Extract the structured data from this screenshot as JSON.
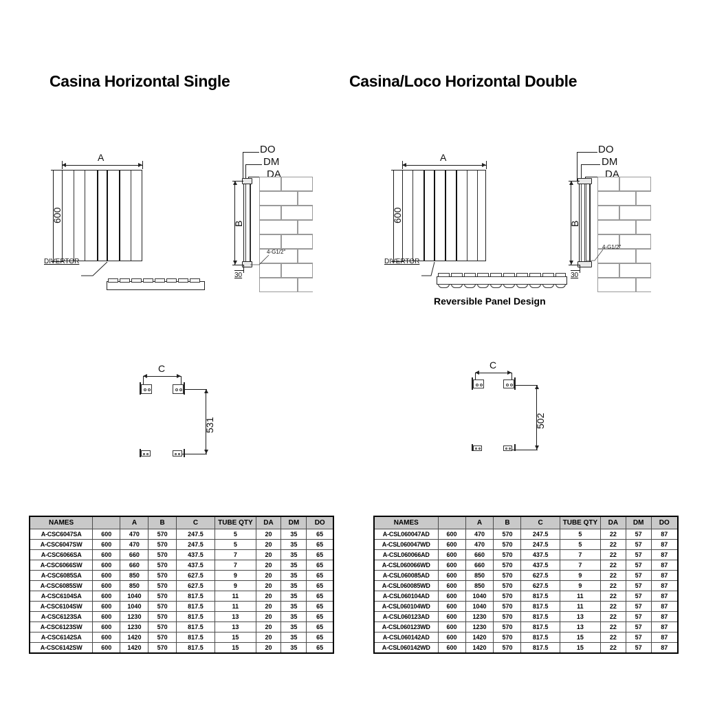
{
  "titles": {
    "single": "Casina Horizontal Single",
    "double": "Casina/Loco Horizontal Double"
  },
  "drawings": {
    "single": {
      "front": {
        "width_label": "A",
        "height_label": "600",
        "divertor_label": "DIVERTOR"
      },
      "side": {
        "do_label": "DO",
        "dm_label": "DM",
        "da_label": "DA",
        "b_label": "B",
        "bottom_offset": "30",
        "connection_label": "4-G1/2\""
      },
      "mounting": {
        "c_label": "C",
        "vertical_label": "531"
      }
    },
    "double": {
      "front": {
        "width_label": "A",
        "height_label": "600",
        "divertor_label": "DIVERTOR"
      },
      "side": {
        "do_label": "DO",
        "dm_label": "DM",
        "da_label": "DA",
        "b_label": "B",
        "bottom_offset": "30",
        "connection_label": "4-G1/2\""
      },
      "mounting": {
        "c_label": "C",
        "vertical_label": "502"
      },
      "profile_caption": "Reversible Panel Design"
    }
  },
  "tables": {
    "single": {
      "headers": [
        "NAMES",
        "",
        "A",
        "B",
        "C",
        "TUBE QTY",
        "DA",
        "DM",
        "DO"
      ],
      "rows": [
        [
          "A-CSC6047SA",
          "600",
          "470",
          "570",
          "247.5",
          "5",
          "20",
          "35",
          "65"
        ],
        [
          "A-CSC6047SW",
          "600",
          "470",
          "570",
          "247.5",
          "5",
          "20",
          "35",
          "65"
        ],
        [
          "A-CSC6066SA",
          "600",
          "660",
          "570",
          "437.5",
          "7",
          "20",
          "35",
          "65"
        ],
        [
          "A-CSC6066SW",
          "600",
          "660",
          "570",
          "437.5",
          "7",
          "20",
          "35",
          "65"
        ],
        [
          "A-CSC6085SA",
          "600",
          "850",
          "570",
          "627.5",
          "9",
          "20",
          "35",
          "65"
        ],
        [
          "A-CSC6085SW",
          "600",
          "850",
          "570",
          "627.5",
          "9",
          "20",
          "35",
          "65"
        ],
        [
          "A-CSC6104SA",
          "600",
          "1040",
          "570",
          "817.5",
          "11",
          "20",
          "35",
          "65"
        ],
        [
          "A-CSC6104SW",
          "600",
          "1040",
          "570",
          "817.5",
          "11",
          "20",
          "35",
          "65"
        ],
        [
          "A-CSC6123SA",
          "600",
          "1230",
          "570",
          "817.5",
          "13",
          "20",
          "35",
          "65"
        ],
        [
          "A-CSC6123SW",
          "600",
          "1230",
          "570",
          "817.5",
          "13",
          "20",
          "35",
          "65"
        ],
        [
          "A-CSC6142SA",
          "600",
          "1420",
          "570",
          "817.5",
          "15",
          "20",
          "35",
          "65"
        ],
        [
          "A-CSC6142SW",
          "600",
          "1420",
          "570",
          "817.5",
          "15",
          "20",
          "35",
          "65"
        ]
      ]
    },
    "double": {
      "headers": [
        "NAMES",
        "",
        "A",
        "B",
        "C",
        "TUBE QTY",
        "DA",
        "DM",
        "DO"
      ],
      "rows": [
        [
          "A-CSL060047AD",
          "600",
          "470",
          "570",
          "247.5",
          "5",
          "22",
          "57",
          "87"
        ],
        [
          "A-CSL060047WD",
          "600",
          "470",
          "570",
          "247.5",
          "5",
          "22",
          "57",
          "87"
        ],
        [
          "A-CSL060066AD",
          "600",
          "660",
          "570",
          "437.5",
          "7",
          "22",
          "57",
          "87"
        ],
        [
          "A-CSL060066WD",
          "600",
          "660",
          "570",
          "437.5",
          "7",
          "22",
          "57",
          "87"
        ],
        [
          "A-CSL060085AD",
          "600",
          "850",
          "570",
          "627.5",
          "9",
          "22",
          "57",
          "87"
        ],
        [
          "A-CSL060085WD",
          "600",
          "850",
          "570",
          "627.5",
          "9",
          "22",
          "57",
          "87"
        ],
        [
          "A-CSL060104AD",
          "600",
          "1040",
          "570",
          "817.5",
          "11",
          "22",
          "57",
          "87"
        ],
        [
          "A-CSL060104WD",
          "600",
          "1040",
          "570",
          "817.5",
          "11",
          "22",
          "57",
          "87"
        ],
        [
          "A-CSL060123AD",
          "600",
          "1230",
          "570",
          "817.5",
          "13",
          "22",
          "57",
          "87"
        ],
        [
          "A-CSL060123WD",
          "600",
          "1230",
          "570",
          "817.5",
          "13",
          "22",
          "57",
          "87"
        ],
        [
          "A-CSL060142AD",
          "600",
          "1420",
          "570",
          "817.5",
          "15",
          "22",
          "57",
          "87"
        ],
        [
          "A-CSL060142WD",
          "600",
          "1420",
          "570",
          "817.5",
          "15",
          "22",
          "57",
          "87"
        ]
      ]
    }
  },
  "colors": {
    "line": "#1a1a1a",
    "header_bg": "#c9c9c9",
    "background": "#ffffff"
  }
}
